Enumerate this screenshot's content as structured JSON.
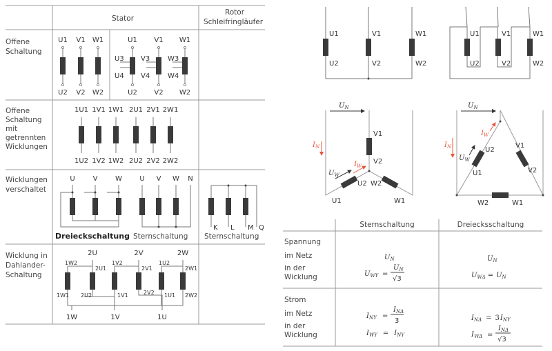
{
  "left_table": {
    "header": {
      "stator": "Stator",
      "rotor_line1": "Rotor",
      "rotor_line2": "Schleifringläufer"
    },
    "rows": [
      {
        "label": [
          "Offene",
          "Schaltung"
        ]
      },
      {
        "label": [
          "Offene",
          "Schaltung",
          "mit",
          "getrennten",
          "Wicklungen"
        ]
      },
      {
        "label": [
          "Wicklungen",
          "verschaltet"
        ]
      },
      {
        "label": [
          "Wicklung in",
          "Dahlander-",
          "Schaltung"
        ]
      }
    ],
    "open": {
      "top": [
        "U1",
        "V1",
        "W1"
      ],
      "bottom": [
        "U2",
        "V2",
        "W2"
      ],
      "tapped_top": [
        "U1",
        "V1",
        "W1"
      ],
      "taps_a": [
        "U3",
        "V3",
        "W3"
      ],
      "taps_b": [
        "U4",
        "V4",
        "W4"
      ],
      "tapped_bottom": [
        "U2",
        "V2",
        "W2"
      ]
    },
    "separate": {
      "top": [
        "1U1",
        "1V1",
        "1W1",
        "2U1",
        "2V1",
        "2W1"
      ],
      "bottom": [
        "1U2",
        "1V2",
        "1W2",
        "2U2",
        "2V2",
        "2W2"
      ]
    },
    "connected": {
      "delta_terms": [
        "U",
        "V",
        "W"
      ],
      "delta_caption": "Dreieckschaltung",
      "star_terms": [
        "U",
        "V",
        "W",
        "N"
      ],
      "star_caption": "Sternschaltung",
      "rotor_terms": [
        "K",
        "L",
        "M",
        "Q"
      ],
      "rotor_caption": "Sternschaltung"
    },
    "dahlander": {
      "top": [
        "2U",
        "2V",
        "2W"
      ],
      "inner": [
        "1W2",
        "2U1",
        "1V2",
        "2V1",
        "1U2",
        "2W1",
        "1W1",
        "2U2",
        "1V1",
        "2V2",
        "1U1",
        "2W2"
      ],
      "bottom": [
        "1W",
        "1V",
        "1U"
      ]
    }
  },
  "circuits": {
    "star_top": {
      "top": [
        "U1",
        "V1",
        "W1"
      ],
      "bottom": [
        "U2",
        "V2",
        "W2"
      ]
    },
    "delta_top": {
      "top": [
        "U1",
        "V1",
        "W1"
      ],
      "bottom": [
        "U2",
        "V2",
        "W2"
      ]
    },
    "star_vector": {
      "un": "U",
      "un_sub": "N",
      "in": "I",
      "in_sub": "N",
      "uw": "U",
      "uw_sub": "W",
      "iw": "I",
      "iw_sub": "W",
      "labels": [
        "V1",
        "V2",
        "U2",
        "W2",
        "U1",
        "W1"
      ]
    },
    "delta_vector": {
      "un": "U",
      "un_sub": "N",
      "in": "I",
      "in_sub": "N",
      "uw": "U",
      "uw_sub": "W",
      "iw": "I",
      "iw_sub": "W",
      "labels": [
        "U2",
        "U1",
        "V1",
        "V2",
        "W2",
        "W1"
      ]
    },
    "accent_color": "#e8553a"
  },
  "formula_table": {
    "columns": [
      "Sternschaltung",
      "Dreiecksschaltung"
    ],
    "voltage_label": [
      "Spannung",
      "im Netz",
      "in der",
      "Wicklung"
    ],
    "current_label": [
      "Strom",
      "im Netz",
      "in der",
      "Wicklung"
    ],
    "eq": "=",
    "star": {
      "u_net": {
        "b": "U",
        "s": "N"
      },
      "u_wind": {
        "lb": "U",
        "ls": "WY",
        "nb": "U",
        "ns": "N",
        "den": "√3"
      },
      "i_net": {
        "lb": "I",
        "ls": "NY",
        "nb": "I",
        "ns": "NΔ",
        "den": "3"
      },
      "i_wind": {
        "lb": "I",
        "ls": "WY",
        "rb": "I",
        "rs": "NY"
      }
    },
    "delta": {
      "u_net": {
        "b": "U",
        "s": "N"
      },
      "u_wind": {
        "lb": "U",
        "ls": "WΔ",
        "rb": "U",
        "rs": "N"
      },
      "i_net": {
        "lb": "I",
        "ls": "NΔ",
        "k": "3",
        "rb": "I",
        "rs": "NY"
      },
      "i_wind": {
        "lb": "I",
        "ls": "WΔ",
        "nb": "I",
        "ns": "NΔ",
        "den": "√3"
      }
    }
  }
}
